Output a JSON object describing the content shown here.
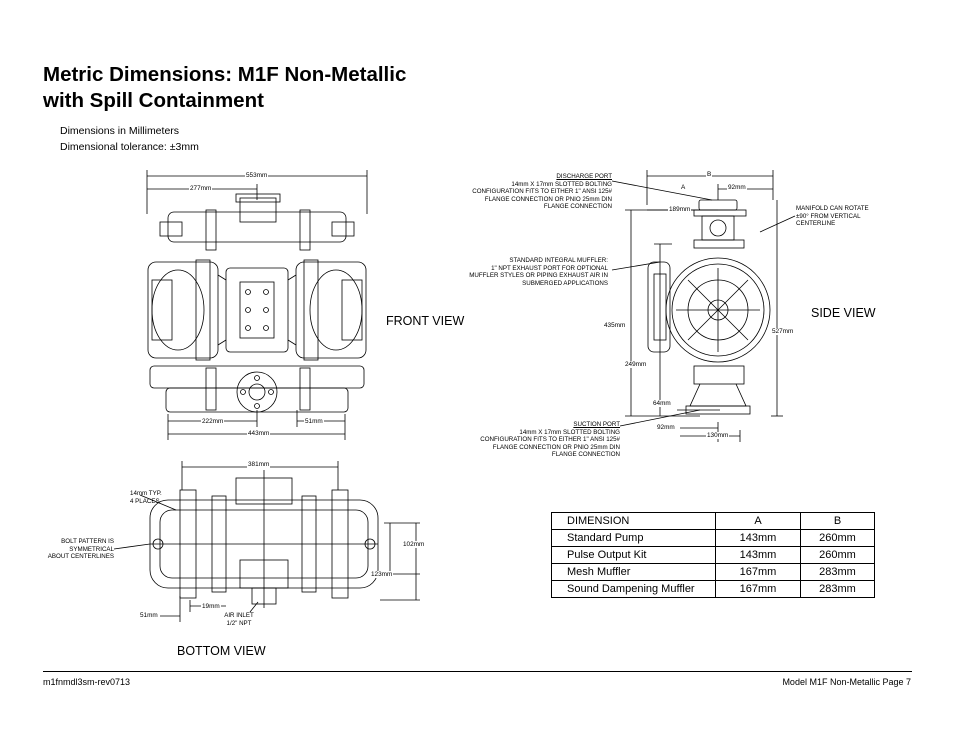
{
  "title_line1": "Metric Dimensions: M1F Non-Metallic",
  "title_line2": "with Spill Containment",
  "sub1": "Dimensions in Millimeters",
  "sub2": "Dimensional tolerance: ±3mm",
  "views": {
    "front": "FRONT VIEW",
    "side": "SIDE VIEW",
    "bottom": "BOTTOM VIEW"
  },
  "front_dims": {
    "d553": "553mm",
    "d277": "277mm",
    "d222": "222mm",
    "d51": "51mm",
    "d443": "443mm"
  },
  "side_dims": {
    "b": "B",
    "a": "A",
    "d92top": "92mm",
    "d189": "189mm",
    "d435": "435mm",
    "d527": "527mm",
    "d249": "249mm",
    "d64": "64mm",
    "d92bot": "92mm",
    "d130": "130mm"
  },
  "bottom_dims": {
    "d381": "381mm",
    "d102": "102mm",
    "d123": "123mm",
    "d51": "51mm",
    "d19": "19mm"
  },
  "notes": {
    "discharge_title": "DISCHARGE PORT",
    "discharge_body": [
      "14mm X 17mm SLOTTED BOLTING",
      "CONFIGURATION FITS TO EITHER 1\" ANSI 125#",
      "FLANGE CONNECTION OR PNIO 25mm DIN",
      "FLANGE CONNECTION"
    ],
    "muffler": [
      "STANDARD INTEGRAL MUFFLER:",
      "1\" NPT EXHAUST PORT FOR OPTIONAL",
      "MUFFLER STYLES OR PIPING EXHAUST AIR IN",
      "SUBMERGED APPLICATIONS"
    ],
    "manifold": [
      "MANIFOLD CAN ROTATE",
      "±90° FROM VERTICAL",
      "CENTERLINE"
    ],
    "suction_title": "SUCTION PORT",
    "suction_body": [
      "14mm X 17mm SLOTTED BOLTING",
      "CONFIGURATION FITS TO EITHER 1\" ANSI 125#",
      "FLANGE CONNECTION OR PNIO 25mm DIN",
      "FLANGE CONNECTION"
    ],
    "typ": [
      "14mm TYP.",
      "4 PLACES"
    ],
    "bolt": [
      "BOLT PATTERN IS",
      "SYMMETRICAL",
      "ABOUT CENTERLINES"
    ],
    "air": [
      "AIR INLET",
      "1/2\" NPT"
    ]
  },
  "table": {
    "headers": [
      "DIMENSION",
      "A",
      "B"
    ],
    "rows": [
      [
        "Standard Pump",
        "143mm",
        "260mm"
      ],
      [
        "Pulse Output Kit",
        "143mm",
        "260mm"
      ],
      [
        "Mesh Muffler",
        "167mm",
        "283mm"
      ],
      [
        "Sound Dampening Muffler",
        "167mm",
        "283mm"
      ]
    ]
  },
  "footer": {
    "left": "m1fnmdl3sm-rev0713",
    "right": "Model M1F Non-Metallic Page 7"
  }
}
